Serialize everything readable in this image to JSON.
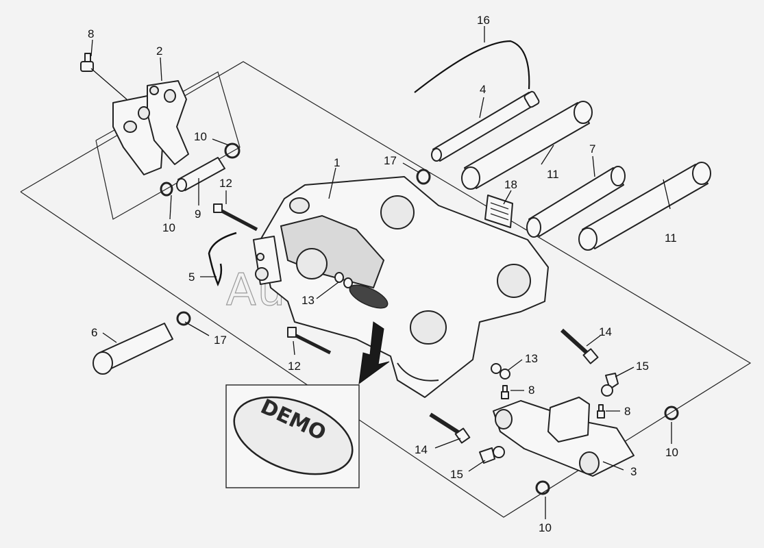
{
  "watermark": "AutoSoft",
  "logo_text": "DEMO",
  "callouts": [
    "1",
    "2",
    "3",
    "4",
    "5",
    "6",
    "7",
    "8",
    "9",
    "10",
    "11",
    "12",
    "13",
    "14",
    "15",
    "16",
    "17",
    "18"
  ],
  "labels": {
    "c1": "1",
    "c2": "2",
    "c3": "3",
    "c4": "4",
    "c5": "5",
    "c6": "6",
    "c7": "7",
    "c8a": "8",
    "c8b": "8",
    "c8c": "8",
    "c9": "9",
    "c10a": "10",
    "c10b": "10",
    "c10c": "10",
    "c10d": "10",
    "c11a": "11",
    "c11b": "11",
    "c12a": "12",
    "c12b": "12",
    "c13a": "13",
    "c13b": "13",
    "c14a": "14",
    "c14b": "14",
    "c15a": "15",
    "c15b": "15",
    "c16": "16",
    "c17a": "17",
    "c17b": "17",
    "c18": "18"
  }
}
